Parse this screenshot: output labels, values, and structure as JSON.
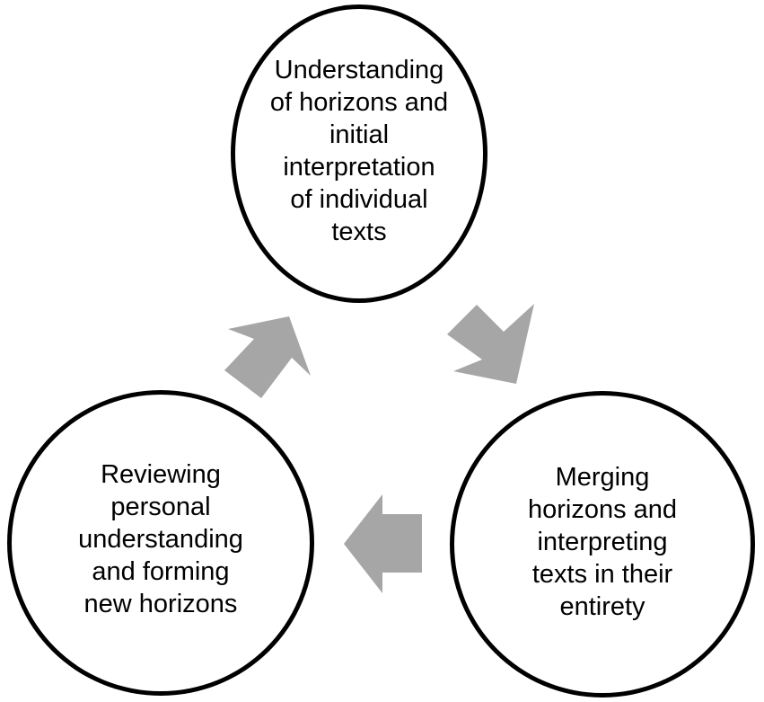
{
  "diagram": {
    "arrow_color": "#a6a6a6",
    "circle_border_color": "#000000",
    "nodes": [
      {
        "id": "top",
        "lines": [
          "Understanding",
          "of horizons and",
          "initial",
          "interpretation",
          "of individual",
          "texts"
        ]
      },
      {
        "id": "right",
        "lines": [
          "Merging",
          "horizons and",
          "interpreting",
          "texts in their",
          "entirety"
        ]
      },
      {
        "id": "left",
        "lines": [
          "Reviewing",
          "personal",
          "understanding",
          "and forming",
          "new horizons"
        ]
      }
    ],
    "arrows": [
      {
        "name": "top-to-right",
        "direction": "down-right"
      },
      {
        "name": "right-to-left",
        "direction": "left"
      },
      {
        "name": "left-to-top",
        "direction": "up-right"
      }
    ]
  }
}
